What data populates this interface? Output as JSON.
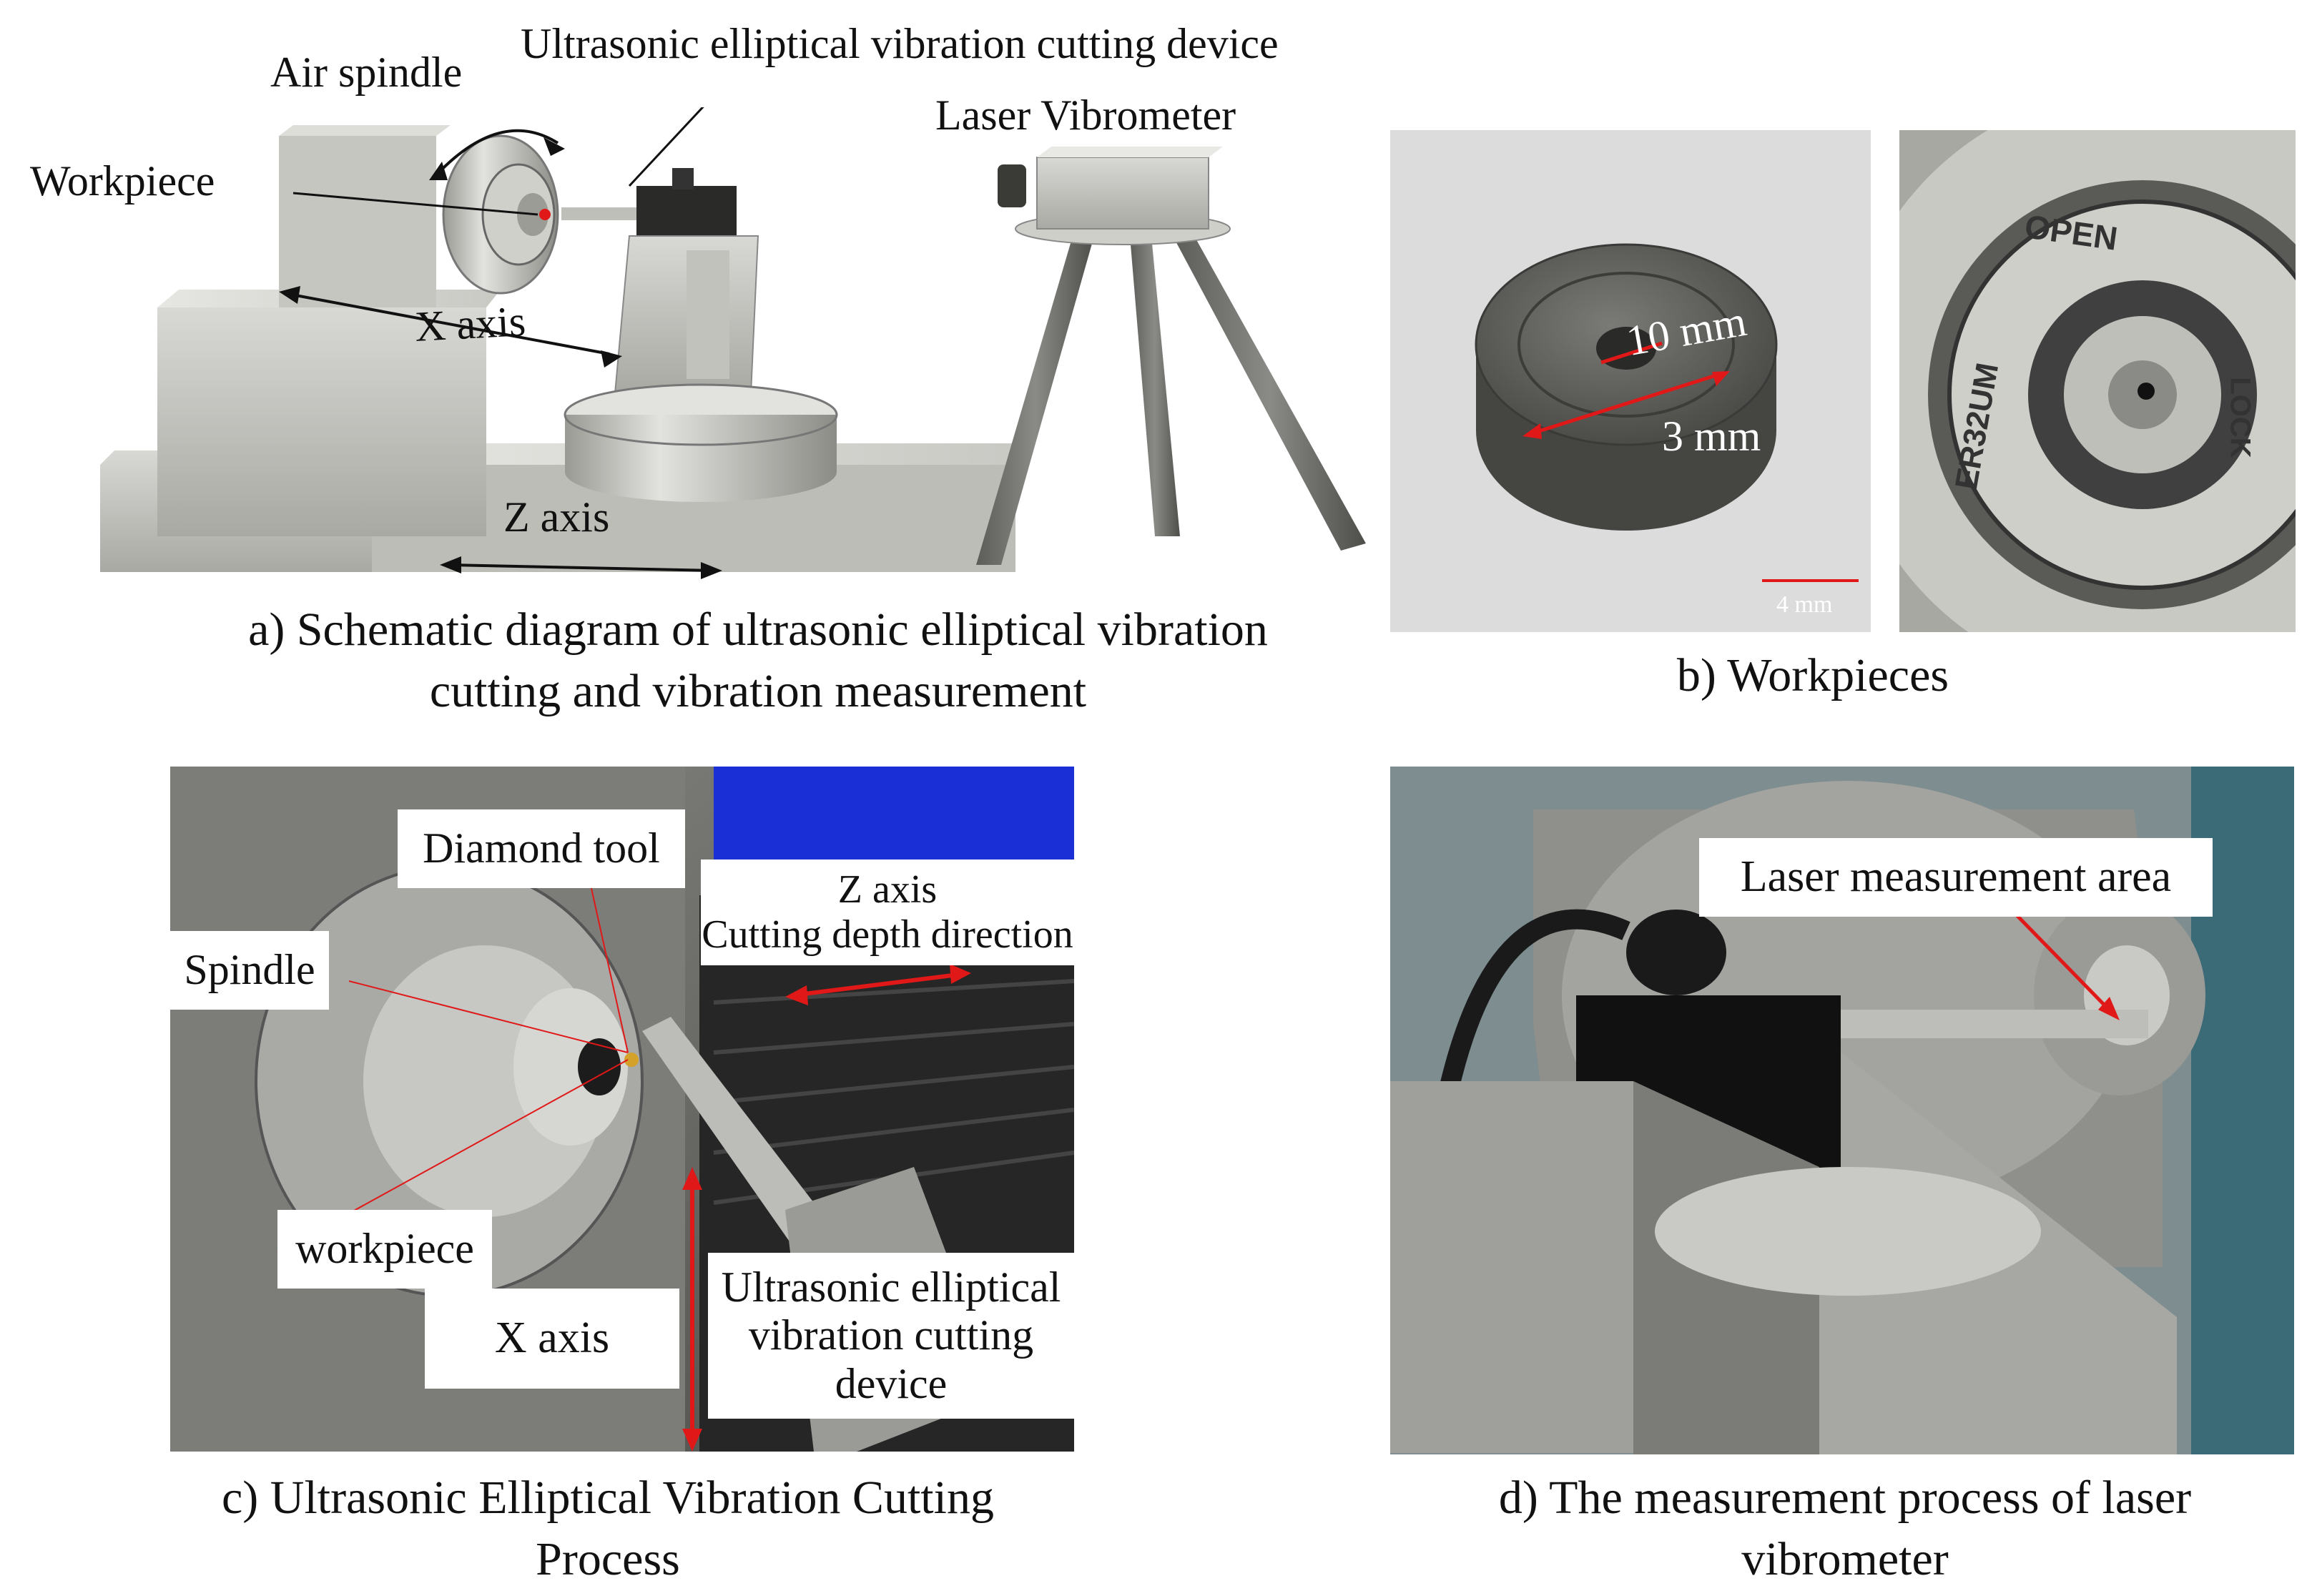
{
  "panel_a": {
    "labels": {
      "air_spindle": "Air spindle",
      "device": "Ultrasonic elliptical vibration cutting device",
      "laser_vibrometer": "Laser Vibrometer",
      "workpiece": "Workpiece",
      "x_axis": "X axis",
      "z_axis": "Z axis"
    },
    "caption_line1": "a) Schematic diagram of ultrasonic elliptical vibration",
    "caption_line2": "cutting and vibration measurement"
  },
  "panel_b": {
    "dim_outer": "10 mm",
    "dim_inner": "3 mm",
    "scale_bar": "4 mm",
    "chuck_open": "OPEN",
    "chuck_lock": "LOCK",
    "chuck_model": "ER32UM",
    "caption": "b) Workpieces"
  },
  "panel_c": {
    "diamond_tool": "Diamond tool",
    "spindle": "Spindle",
    "workpiece": "workpiece",
    "x_axis": "X axis",
    "z_axis_line1": "Z axis",
    "z_axis_line2": "Cutting depth direction",
    "device_line1": "Ultrasonic elliptical",
    "device_line2": "vibration cutting",
    "device_line3": "device",
    "caption_line1": "c)  Ultrasonic Elliptical Vibration Cutting",
    "caption_line2": "Process"
  },
  "panel_d": {
    "laser_area": "Laser measurement area",
    "caption_line1": "d)  The measurement process of laser",
    "caption_line2": "vibrometer"
  },
  "colors": {
    "annotation_red": "#e01818",
    "metal_light": "#d4d4d0",
    "metal_dark": "#8f8f8a",
    "machine_blue": "#1a2fd6"
  }
}
